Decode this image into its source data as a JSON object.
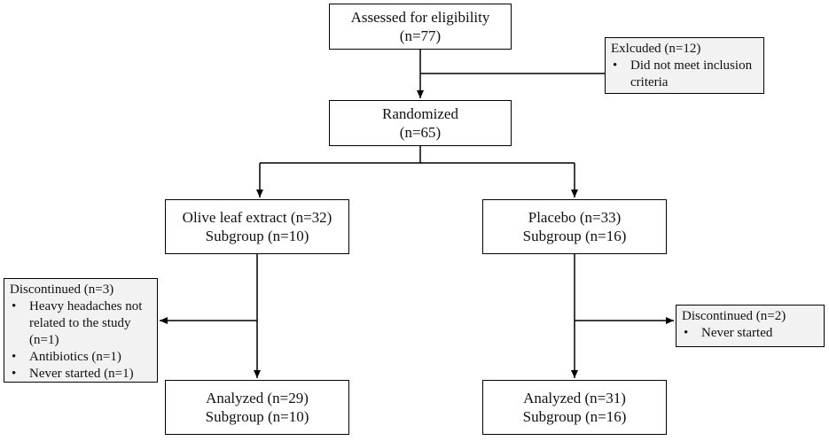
{
  "assessed": {
    "line1": "Assessed for eligibility",
    "line2": "(n=77)"
  },
  "excluded": {
    "title": "Exlcuded (n=12)",
    "items": [
      "Did not meet inclusion criteria"
    ]
  },
  "randomized": {
    "line1": "Randomized",
    "line2": "(n=65)"
  },
  "olive": {
    "line1": "Olive leaf extract (n=32)",
    "line2": "Subgroup (n=10)"
  },
  "placebo": {
    "line1": "Placebo (n=33)",
    "line2": "Subgroup (n=16)"
  },
  "discontinued_olive": {
    "title": "Discontinued (n=3)",
    "items": [
      "Heavy headaches not related to the study (n=1)",
      "Antibiotics (n=1)",
      "Never started (n=1)"
    ]
  },
  "discontinued_placebo": {
    "title": "Discontinued (n=2)",
    "items": [
      "Never started"
    ]
  },
  "analyzed_olive": {
    "line1": "Analyzed (n=29)",
    "line2": "Subgroup (n=10)"
  },
  "analyzed_placebo": {
    "line1": "Analyzed (n=31)",
    "line2": "Subgroup (n=16)"
  }
}
